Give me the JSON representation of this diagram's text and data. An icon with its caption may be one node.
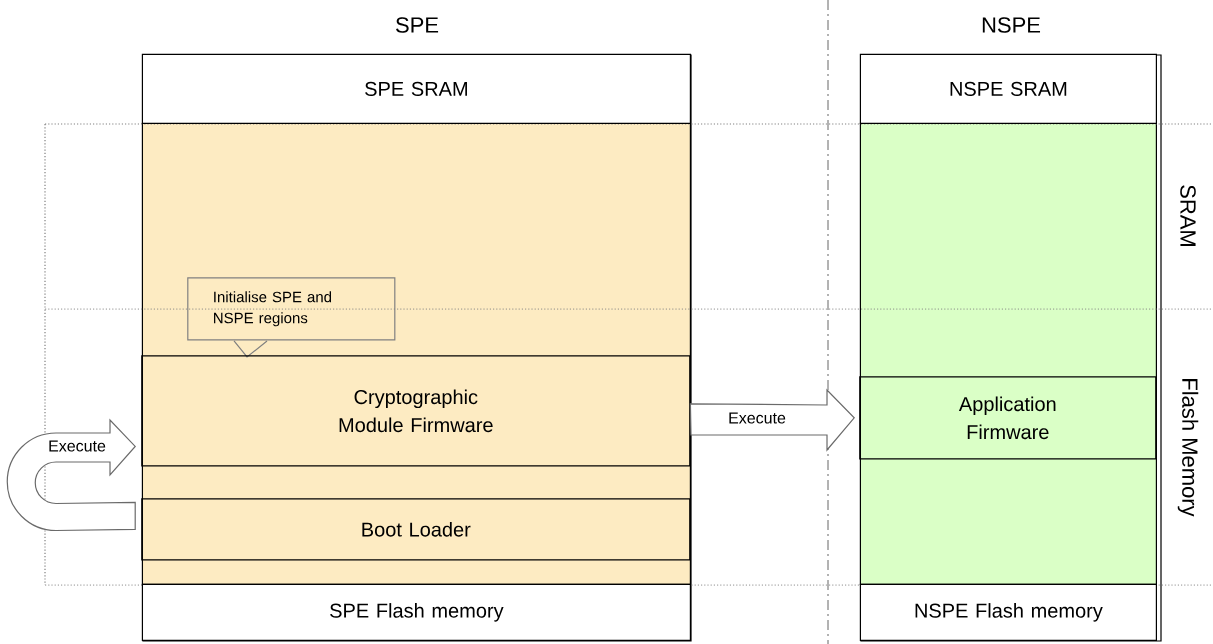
{
  "diagram": {
    "nodes": [
      {
        "text": [
          "SPE"
        ]
      },
      {
        "text": [
          "SPE SRAM"
        ],
        "in": 0
      },
      {
        "text": [],
        "shape": "box",
        "in": 0
      },
      {
        "text": [
          "Initialise SPE and NSPE regions"
        ],
        "in": 2
      },
      {
        "text": [
          "Cryptographic Module Firmware"
        ],
        "in": 2
      },
      {
        "text": [
          "Boot Loader"
        ],
        "in": 2
      },
      {
        "text": [
          "SPE Flash memory"
        ],
        "in": 0
      },
      {
        "text": [
          "NSPE"
        ]
      },
      {
        "text": [
          "NSPE SRAM"
        ],
        "in": 7
      },
      {
        "text": [],
        "shape": "box",
        "in": 7
      },
      {
        "text": [
          "Application Firmware"
        ],
        "in": 9
      },
      {
        "text": [
          "NSPE Flash memory"
        ],
        "in": 7
      }
    ],
    "edges": [
      {
        "from": 5,
        "to": 4,
        "arrow": "to",
        "label": "Execute"
      },
      {
        "from": 4,
        "to": 10,
        "arrow": "to",
        "label": "Execute"
      }
    ],
    "labels": [
      "SRAM",
      "Flash Memory"
    ]
  }
}
